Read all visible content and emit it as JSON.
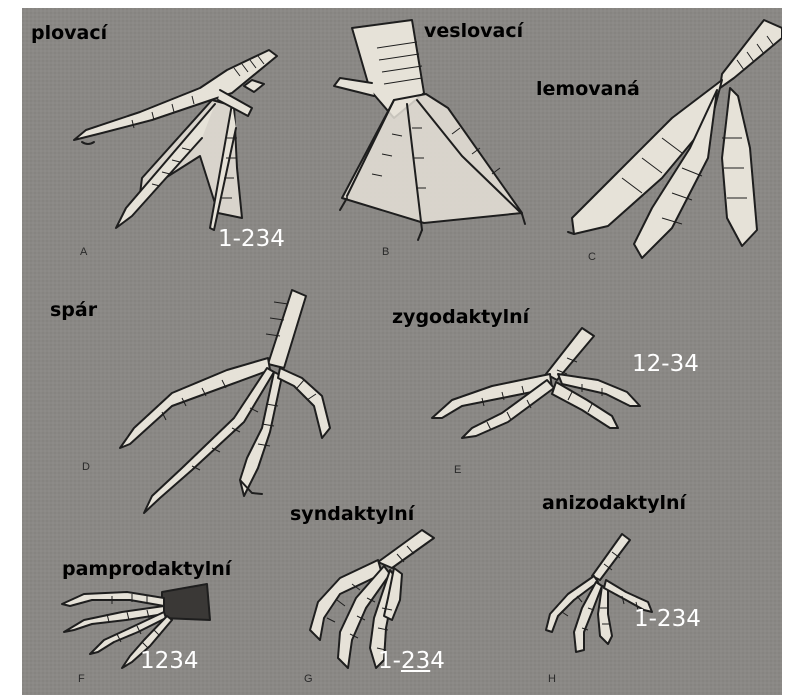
{
  "panels": [
    {
      "letter": "A",
      "type": "plovací",
      "formula": "1-234"
    },
    {
      "letter": "B",
      "type": "veslovací",
      "formula": ""
    },
    {
      "letter": "C",
      "type": "lemovaná",
      "formula": ""
    },
    {
      "letter": "D",
      "type": "spár",
      "formula": ""
    },
    {
      "letter": "E",
      "type": "zygodaktylní",
      "formula": "12-34"
    },
    {
      "letter": "F",
      "type": "pamprodaktylní",
      "formula": "1234"
    },
    {
      "letter": "G",
      "type": "syndaktylní",
      "formula_prefix": "1-",
      "formula_underlined": "23",
      "formula_suffix": "4"
    },
    {
      "letter": "H",
      "type": "anizodaktylní",
      "formula": "1-234"
    }
  ],
  "colors": {
    "page_background": "#8a8885",
    "label_text": "#000000",
    "formula_text": "#ffffff",
    "drawing_fill": "#e6e2d8",
    "drawing_line": "#1e1e1e"
  }
}
